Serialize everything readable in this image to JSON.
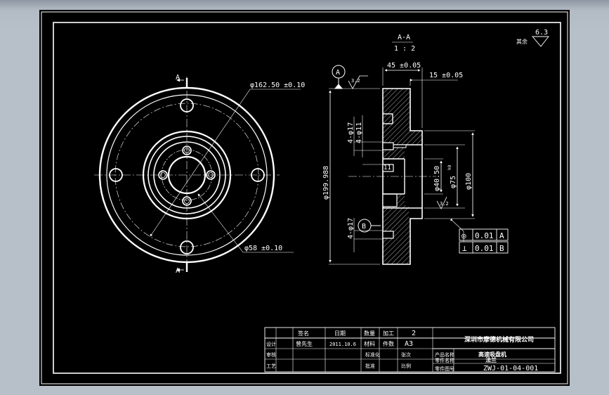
{
  "colors": {
    "background": "#b7bfc8",
    "sheet": "#000000",
    "lines": "#ffffff",
    "dashed": "#d0d0d0"
  },
  "front_view": {
    "section_marker_top": "A",
    "section_marker_bottom": "A",
    "dim_bolt_circle": "φ162.50 ±0.10",
    "dim_inner_circle": "φ58 ±0.10"
  },
  "section_view": {
    "title": "A-A",
    "scale": "1 : 2",
    "datum_a": "A",
    "datum_b": "B",
    "dim_overall_width": "45 ±0.05",
    "dim_flange_thickness": "15 ±0.05",
    "roughness_top": "3.2",
    "roughness_inner": "3.2",
    "dim_outer_diameter": "φ199.988",
    "dim_hole_17_top": "4-φ17",
    "dim_hole_11": "4-φ11",
    "dim_hole_17_bottom": "4-φ17",
    "dim_small_11": "11",
    "dim_bore": "φ40.50",
    "dim_hub": "φ75",
    "dim_hub_tol": "h9",
    "dim_spigot": "φ100",
    "tolerance_frames": [
      {
        "symbol": "◎",
        "value": "0.01",
        "datum": "A"
      },
      {
        "symbol": "⊥",
        "value": "0.01",
        "datum": "B"
      }
    ]
  },
  "surface_finish": {
    "label": "其余",
    "value": "6.3"
  },
  "title_block": {
    "company": "深圳市摩德机械有限公司",
    "product": "高速吸盘机",
    "part_name": "法兰",
    "drawing_no": "ZWJ-01-04-001",
    "quantity": "2",
    "material": "A3",
    "date": "2011.10.6",
    "roles": {
      "designer": "设计",
      "checker": "审核",
      "craft": "工艺",
      "approve": "批准",
      "standard": "标准化",
      "qty_label": "数量",
      "material_label": "材料",
      "date_label": "日期",
      "signature_label": "签名",
      "designer_name": "曾先生",
      "product_label": "产品名称",
      "part_label": "零件名称",
      "drawing_label": "零件图号",
      "scale_label": "比例",
      "count_label": "件数",
      "sheet_label": "张次",
      "process_label": "加工"
    }
  }
}
